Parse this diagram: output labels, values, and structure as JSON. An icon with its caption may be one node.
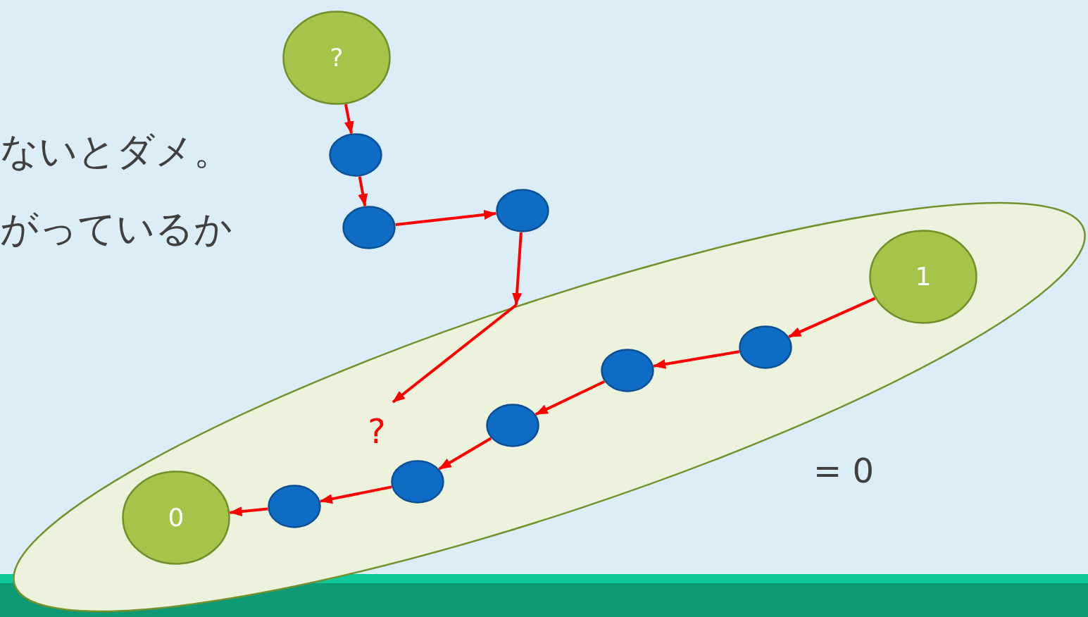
{
  "diagram": {
    "nodes": [
      {
        "text": [
          "?"
        ]
      },
      {
        "text": [],
        "shape": "circle"
      },
      {
        "text": [],
        "shape": "circle"
      },
      {
        "text": [],
        "shape": "circle"
      },
      {
        "text": [
          "= 0"
        ]
      },
      {
        "text": [
          "1"
        ],
        "in": 4
      },
      {
        "text": [],
        "shape": "circle",
        "in": 4
      },
      {
        "text": [],
        "shape": "circle",
        "in": 4
      },
      {
        "text": [],
        "shape": "circle",
        "in": 4
      },
      {
        "text": [],
        "shape": "circle",
        "in": 4
      },
      {
        "text": [],
        "shape": "circle",
        "in": 4
      },
      {
        "text": [
          "0"
        ],
        "in": 4
      },
      {
        "text": [
          "?"
        ],
        "in": 4
      }
    ],
    "edges": [
      {
        "from": 0,
        "to": 1,
        "arrow": "to"
      },
      {
        "from": 1,
        "to": 2,
        "arrow": "to"
      },
      {
        "from": 2,
        "to": 3,
        "arrow": "to"
      },
      {
        "from": 3,
        "to": 4,
        "arrow": "to"
      },
      {
        "from": 4,
        "to": 12,
        "arrow": "to"
      },
      {
        "from": 5,
        "to": 6,
        "arrow": "to"
      },
      {
        "from": 6,
        "to": 7,
        "arrow": "to"
      },
      {
        "from": 7,
        "to": 8,
        "arrow": "to"
      },
      {
        "from": 8,
        "to": 9,
        "arrow": "to"
      },
      {
        "from": 9,
        "to": 10,
        "arrow": "to"
      },
      {
        "from": 10,
        "to": 11,
        "arrow": "to"
      }
    ],
    "labels": [
      "ないとダメ。",
      "がっているか"
    ]
  }
}
